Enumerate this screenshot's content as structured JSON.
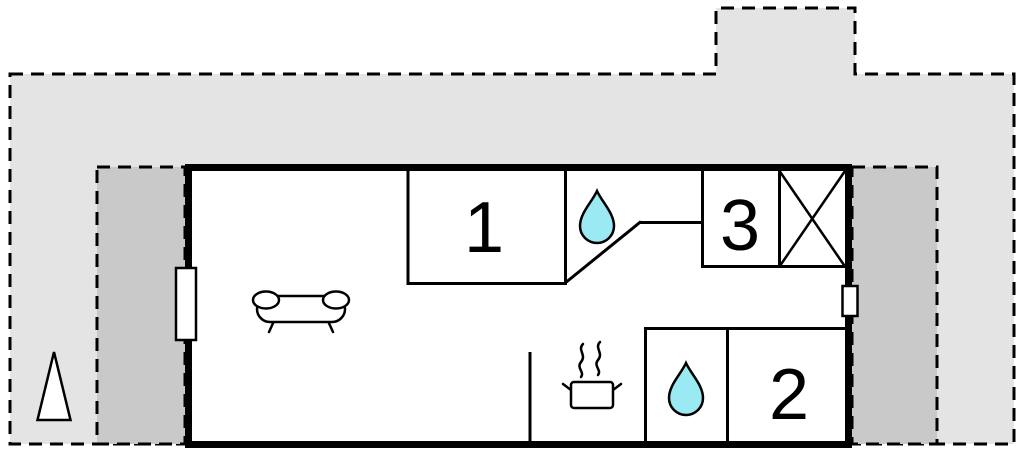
{
  "rooms": {
    "room1": {
      "label": "1"
    },
    "room2": {
      "label": "2"
    },
    "room3": {
      "label": "3"
    }
  },
  "colors": {
    "plot_fill": "#e4e4e4",
    "terrace_fill": "#c9c9c9",
    "house_fill": "#ffffff",
    "wall": "#000000",
    "water": "#9be9f2"
  },
  "icons": {
    "bathroom_top": "water-drop",
    "bathroom_bottom": "water-drop",
    "living_room": "sofa",
    "kitchen": "pot-with-steam",
    "wardrobe": "x-cross",
    "window_left": "window",
    "window_right": "window",
    "outdoor_marker": "triangle"
  }
}
